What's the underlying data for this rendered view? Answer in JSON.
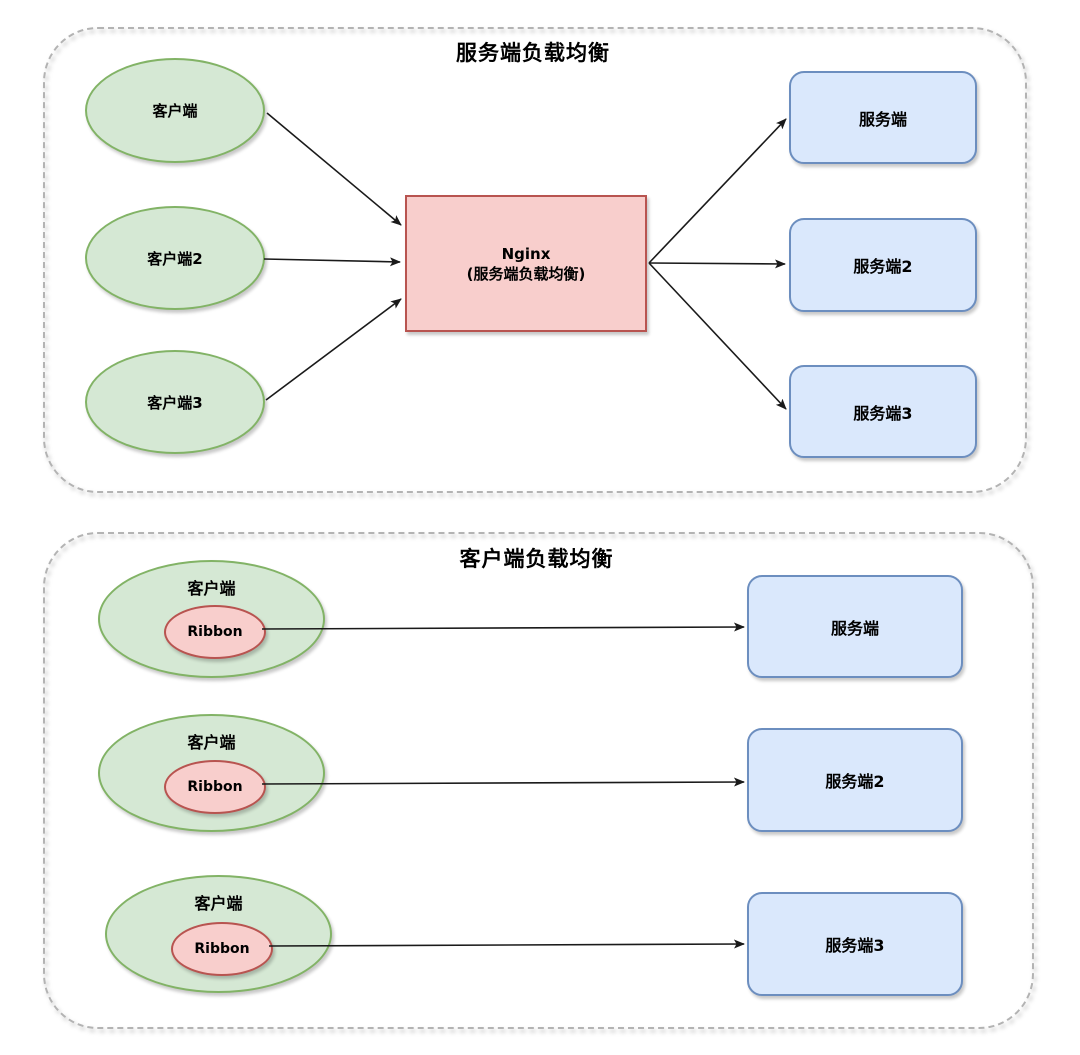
{
  "colors": {
    "client_fill": "#d5e8d4",
    "client_border": "#82b366",
    "balancer_fill": "#f8cecc",
    "balancer_border": "#b85450",
    "server_fill": "#dae8fc",
    "server_border": "#6c8ebf",
    "container_border": "#b3b3b3",
    "arrow": "#1a1a1a"
  },
  "panels": [
    {
      "title": "服务端负载均衡",
      "clients": [
        "客户端",
        "客户端2",
        "客户端3"
      ],
      "balancer": {
        "line1": "Nginx",
        "line2": "(服务端负载均衡)"
      },
      "servers": [
        "服务端",
        "服务端2",
        "服务端3"
      ]
    },
    {
      "title": "客户端负载均衡",
      "clients": [
        {
          "label": "客户端",
          "inner": "Ribbon"
        },
        {
          "label": "客户端",
          "inner": "Ribbon"
        },
        {
          "label": "客户端",
          "inner": "Ribbon"
        }
      ],
      "servers": [
        "服务端",
        "服务端2",
        "服务端3"
      ]
    }
  ]
}
